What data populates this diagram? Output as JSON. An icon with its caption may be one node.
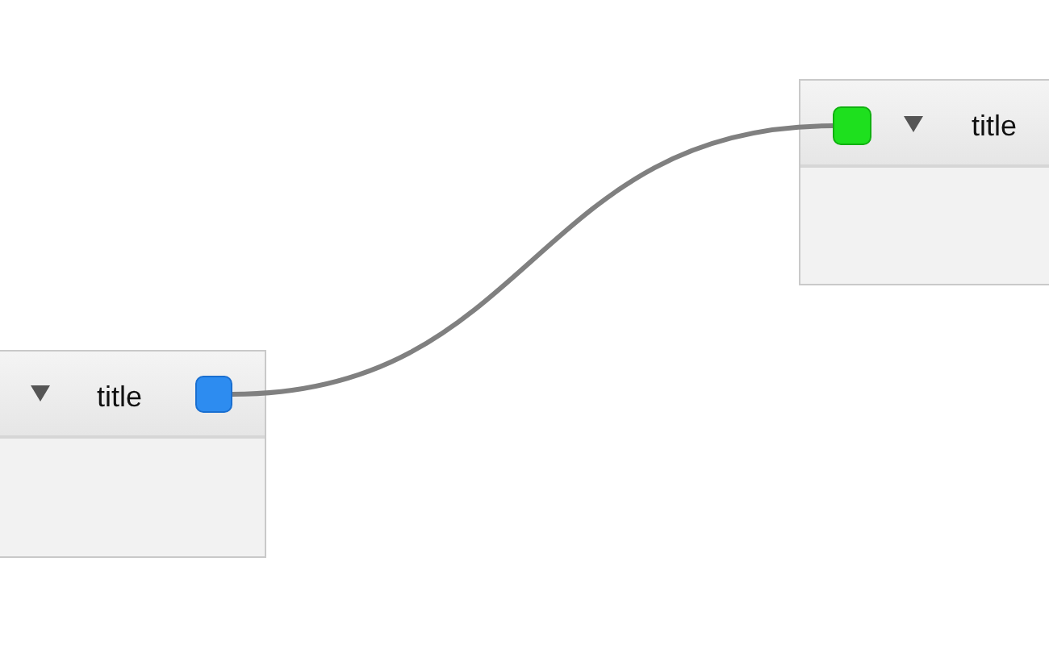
{
  "diagram": {
    "nodes": [
      {
        "text": [
          "title"
        ]
      },
      {
        "text": [],
        "shape": "box",
        "in": 0
      },
      {
        "text": [
          "title"
        ]
      },
      {
        "text": [],
        "shape": "box",
        "in": 2
      }
    ],
    "edges": [
      {
        "from": 1,
        "to": 3,
        "arrow": "none"
      }
    ]
  }
}
